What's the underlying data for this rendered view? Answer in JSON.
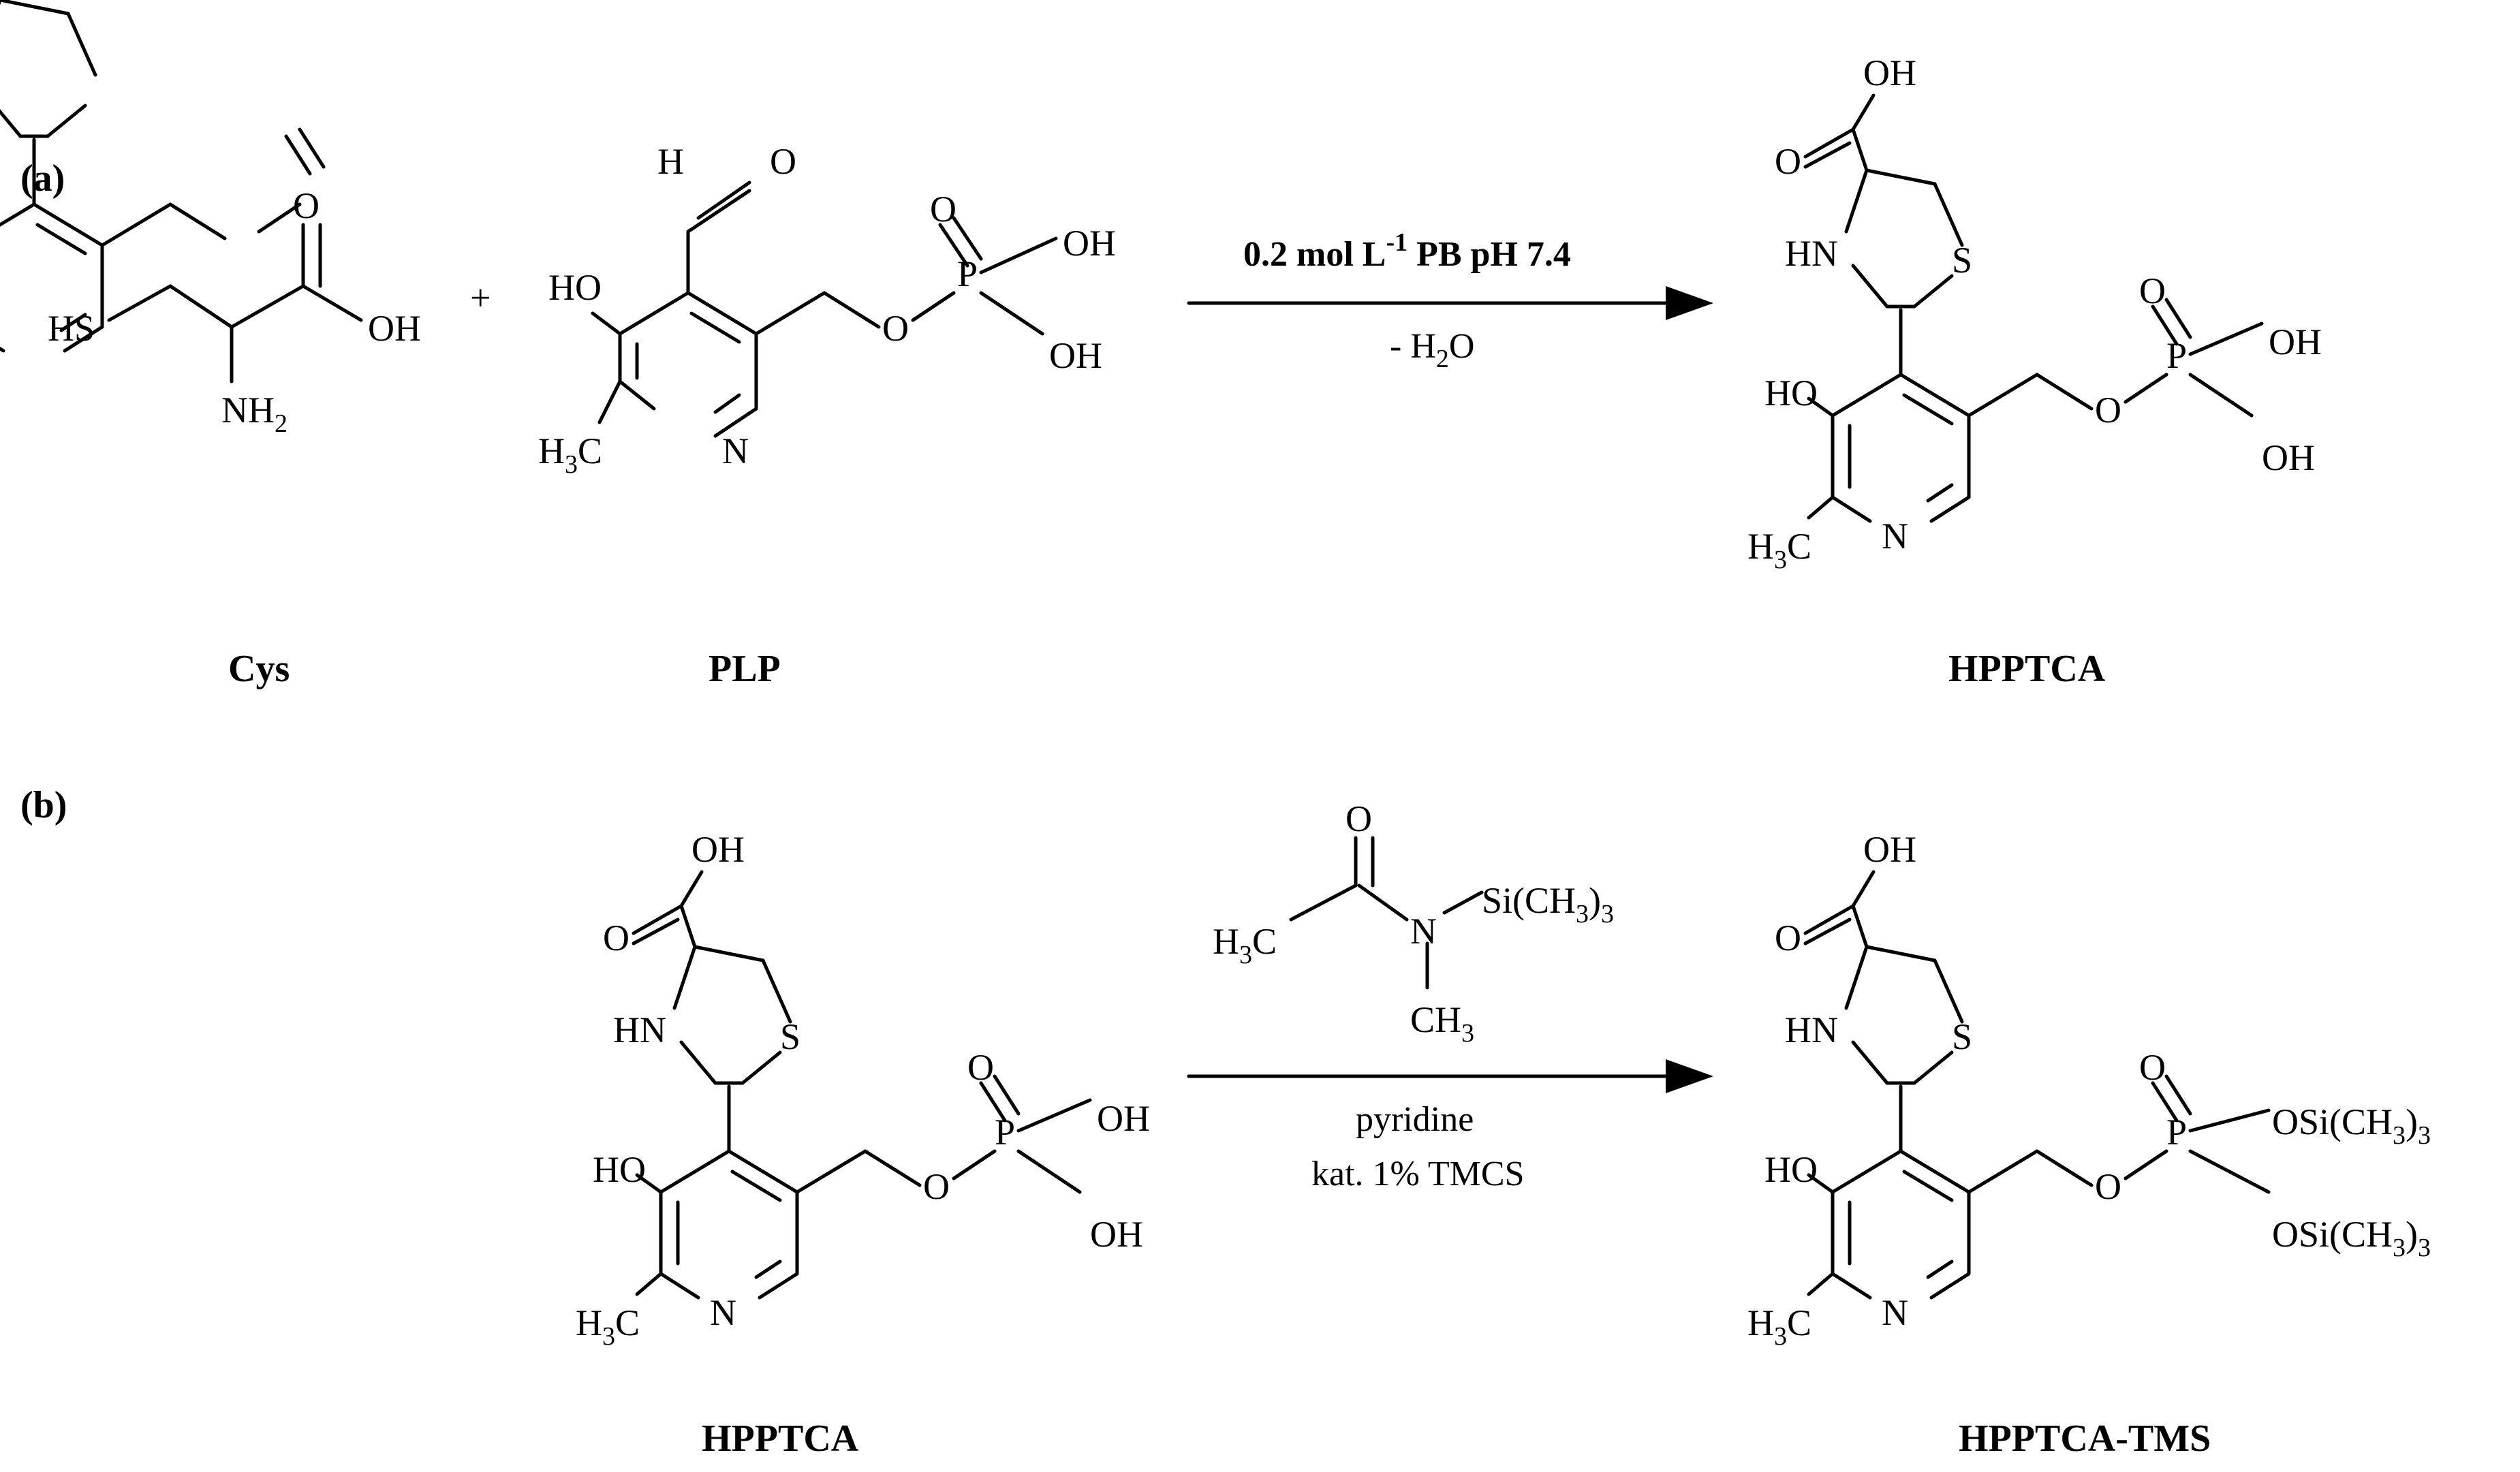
{
  "panels": {
    "a": "(a)",
    "b": "(b)"
  },
  "compounds": {
    "cys": "Cys",
    "plp": "PLP",
    "hpptca_a": "HPPTCA",
    "hpptca_b": "HPPTCA",
    "hpptca_tms": "HPPTCA-TMS"
  },
  "reaction_a": {
    "plus": "+",
    "condition_top_main": "0.2 mol L",
    "condition_top_sup": "-1",
    "condition_top_rest": " PB pH 7.4",
    "condition_bottom_pre": "- H",
    "condition_bottom_sub": "2",
    "condition_bottom_post": "O"
  },
  "reaction_b": {
    "reagent_si_pre": "Si(CH",
    "reagent_si_sub": "3",
    "reagent_si_post": ")",
    "reagent_si_sub2": "3",
    "reagent_h3c_pre": "H",
    "reagent_h3c_sub": "3",
    "reagent_h3c_post": "C",
    "reagent_n": "N",
    "reagent_o": "O",
    "reagent_ch3_pre": "CH",
    "reagent_ch3_sub": "3",
    "condition_line1": "pyridine",
    "condition_line2": "kat. 1% TMCS"
  },
  "atoms": {
    "HS": "HS",
    "OH": "OH",
    "O": "O",
    "NH": "NH",
    "H": "H",
    "HO": "HO",
    "N": "N",
    "P": "P",
    "S": "S",
    "HN": "HN",
    "C": "C",
    "two": "2",
    "three": "3",
    "OSi": "OSi(CH",
    "close": ")"
  }
}
